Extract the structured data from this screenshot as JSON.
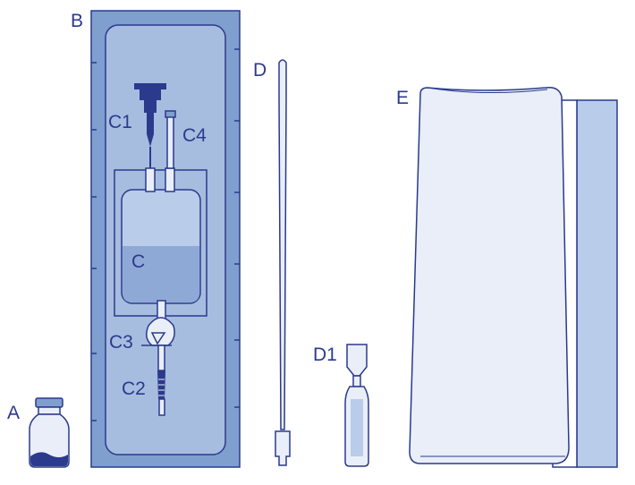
{
  "colors": {
    "outline": "#2b3a8c",
    "pouch_fill": "#7f9fcf",
    "pouch_inner": "#a7bde0",
    "light_fill": "#e9eef8",
    "mid_fill": "#b9cce9",
    "liquid": "#9ab1dc",
    "dark": "#2b3a8c"
  },
  "labels": {
    "a": "A",
    "b": "B",
    "c": "C",
    "c1": "C1",
    "c2": "C2",
    "c3": "C3",
    "c4": "C4",
    "d": "D",
    "d1": "D1",
    "e": "E"
  }
}
